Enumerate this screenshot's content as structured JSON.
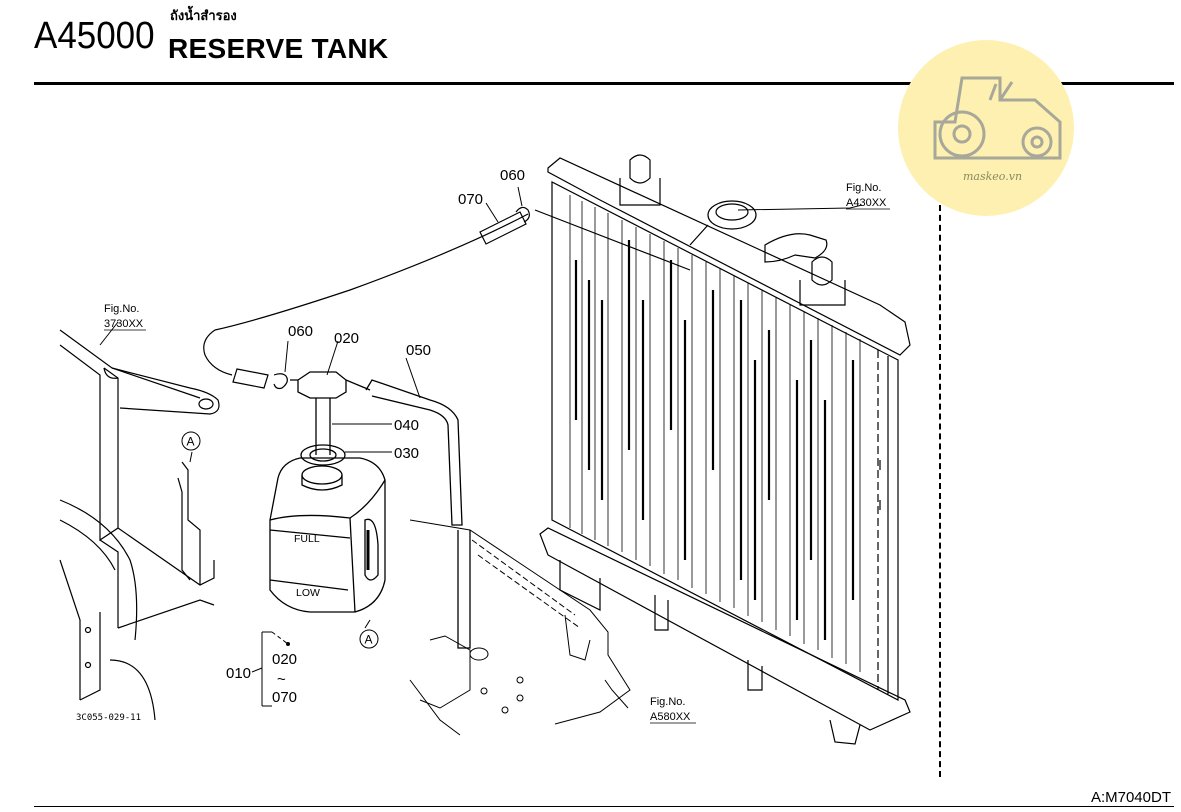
{
  "header": {
    "code": "A45000",
    "title_th": "ถังน้ำสำรอง",
    "title_en": "RESERVE TANK"
  },
  "callouts": {
    "c060_top": "060",
    "c070": "070",
    "c060_mid": "060",
    "c020": "020",
    "c050": "050",
    "c040": "040",
    "c030": "030",
    "c010": "010",
    "c010_from": "020",
    "c010_tilde": "~",
    "c010_to": "070",
    "circle_a_1": "A",
    "circle_a_2": "A"
  },
  "tank_marks": {
    "full": "FULL",
    "low": "LOW"
  },
  "fig_refs": {
    "prefix": "Fig.No.",
    "radiator": "A430XX",
    "frame": "3730XX",
    "plate": "A580XX"
  },
  "drawing_id": "3C055-029-11",
  "watermark": {
    "text": "maskeo.vn",
    "color": "#fdf0b0"
  },
  "footer": {
    "code": "A:M7040DT"
  }
}
